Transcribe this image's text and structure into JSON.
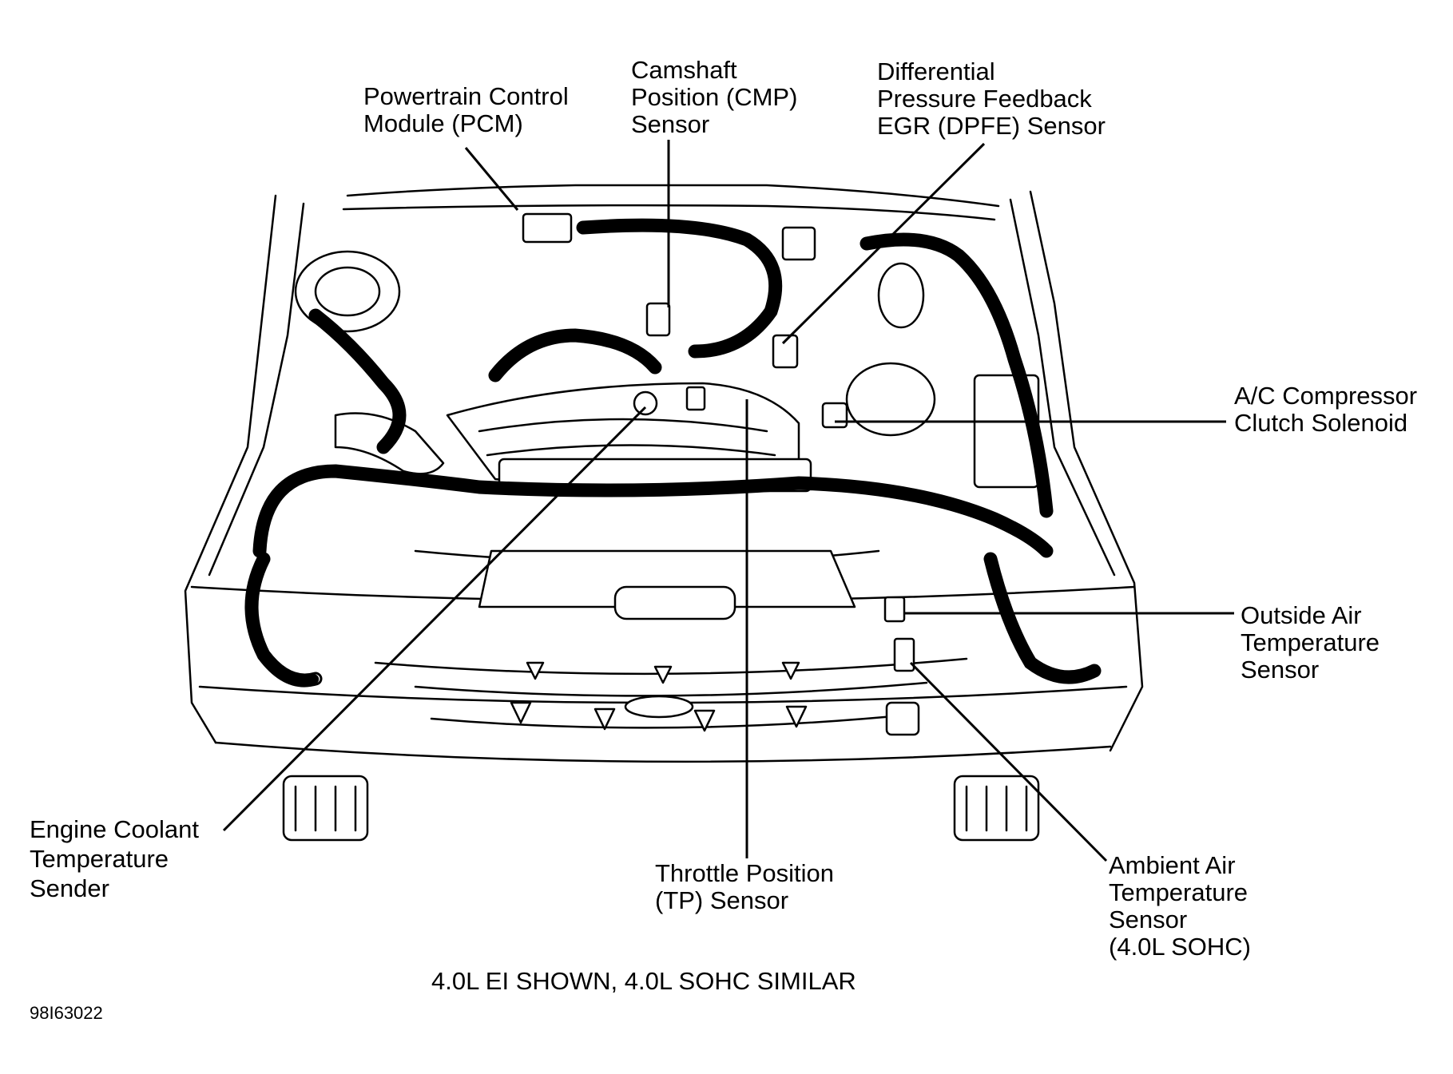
{
  "callouts": {
    "pcm": [
      "Powertrain Control",
      "Module (PCM)"
    ],
    "cmp": [
      "Camshaft",
      "Position (CMP)",
      "Sensor"
    ],
    "dpfe": [
      "Differential",
      "Pressure Feedback",
      "EGR (DPFE) Sensor"
    ],
    "ac": [
      "A/C Compressor",
      "Clutch Solenoid"
    ],
    "oat": [
      "Outside Air",
      "Temperature",
      "Sensor"
    ],
    "ect": [
      "Engine Coolant",
      "Temperature",
      "Sender"
    ],
    "tp": [
      "Throttle Position",
      "(TP) Sensor"
    ],
    "aat": [
      "Ambient Air",
      "Temperature",
      "Sensor",
      "(4.0L SOHC)"
    ]
  },
  "caption": "4.0L EI SHOWN, 4.0L SOHC SIMILAR",
  "figure_id": "98I63022"
}
